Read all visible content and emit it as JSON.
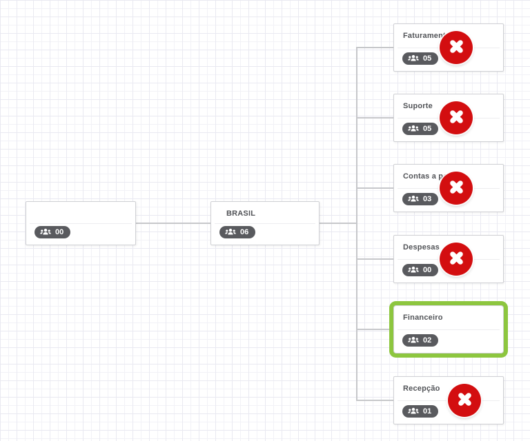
{
  "nodes": [
    {
      "id": "root",
      "title": "",
      "count": "00"
    },
    {
      "id": "brasil",
      "title": "BRASIL",
      "count": "06"
    },
    {
      "id": "faturamento",
      "title": "Faturamento",
      "count": "05"
    },
    {
      "id": "suporte",
      "title": "Suporte",
      "count": "05"
    },
    {
      "id": "contas-a-pagar",
      "title": "Contas a pagar",
      "count": "03"
    },
    {
      "id": "despesas",
      "title": "Despesas",
      "count": "00"
    },
    {
      "id": "financeiro",
      "title": "Financeiro",
      "count": "02",
      "selected": true
    },
    {
      "id": "recepcao",
      "title": "Recepção",
      "count": "01"
    }
  ],
  "icons": {
    "badge_icon": "users-icon",
    "delete_icon": "close-x-icon"
  },
  "colors": {
    "red": "#d30e10",
    "green": "#8dc63f",
    "badge": "#595a5e",
    "line": "#c6c7ca"
  }
}
